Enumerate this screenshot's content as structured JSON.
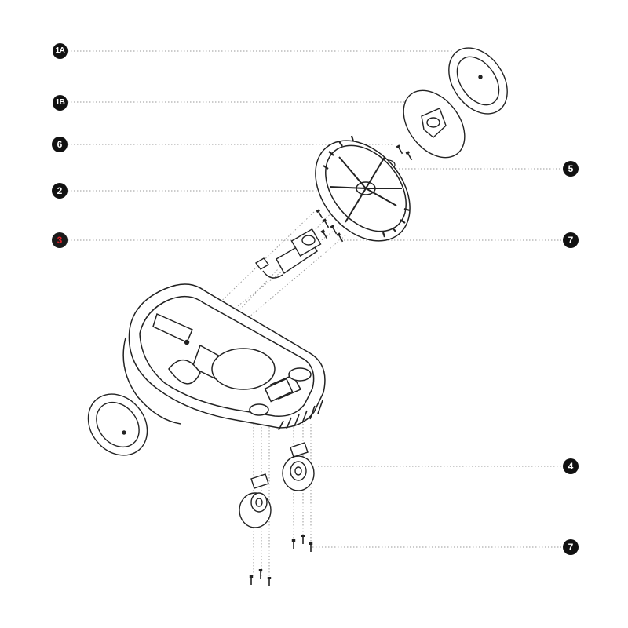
{
  "callouts": {
    "c1a": "1A",
    "c1b": "1B",
    "c6": "6",
    "c2": "2",
    "c3": "3",
    "c5": "5",
    "c7a": "7",
    "c4": "4",
    "c7b": "7"
  },
  "colors": {
    "line": "#222222",
    "leader": "#9a9a9a",
    "callout_bg": "#111111",
    "callout_accent": "#e0202a"
  }
}
